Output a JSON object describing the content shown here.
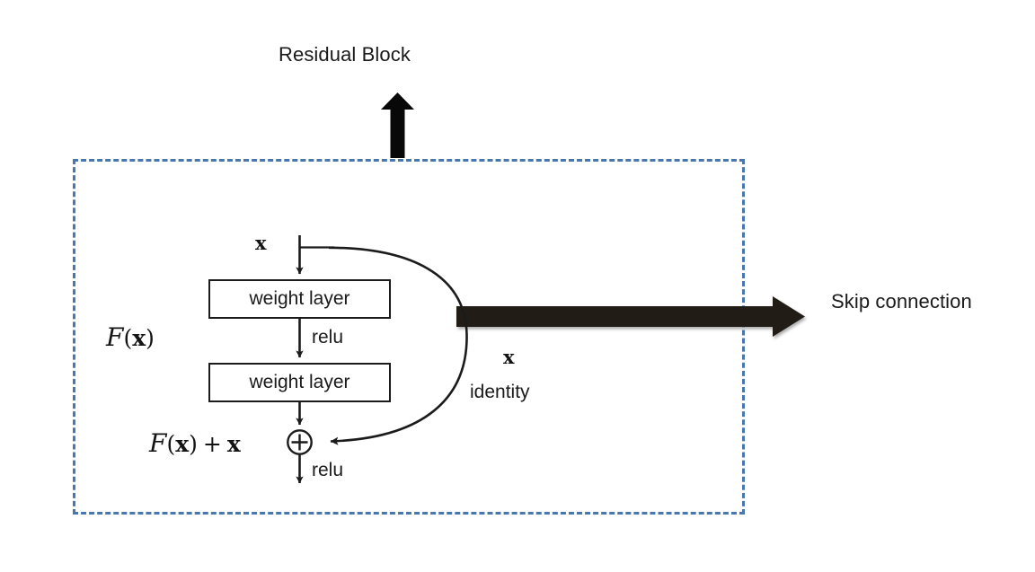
{
  "figure": {
    "title": "Residual Block",
    "skip_label": "Skip connection",
    "background_color": "#ffffff",
    "boundary_color": "#4876ad",
    "arrow_color": "#201d16",
    "line_color": "#1b1b1b"
  },
  "block": {
    "input_label": "x",
    "weight_layers": [
      {
        "label": "weight layer"
      },
      {
        "label": "weight layer"
      }
    ],
    "activations": [
      {
        "label": "relu"
      },
      {
        "label": "relu"
      }
    ],
    "function_label": "F(x)",
    "function_label_parts": {
      "script": "F",
      "open": "(",
      "var": "x",
      "close": ")"
    },
    "output_label": "F(x) + x",
    "output_label_parts": {
      "script": "F",
      "open": "(",
      "var": "x",
      "close": ")",
      "plus": "+",
      "var2": "x"
    },
    "identity_var": "x",
    "identity_label": "identity",
    "merge_operator": "+"
  },
  "annotations": {
    "up_arrow": "residual-block-callout-arrow",
    "right_arrow": "skip-connection-callout-arrow"
  }
}
